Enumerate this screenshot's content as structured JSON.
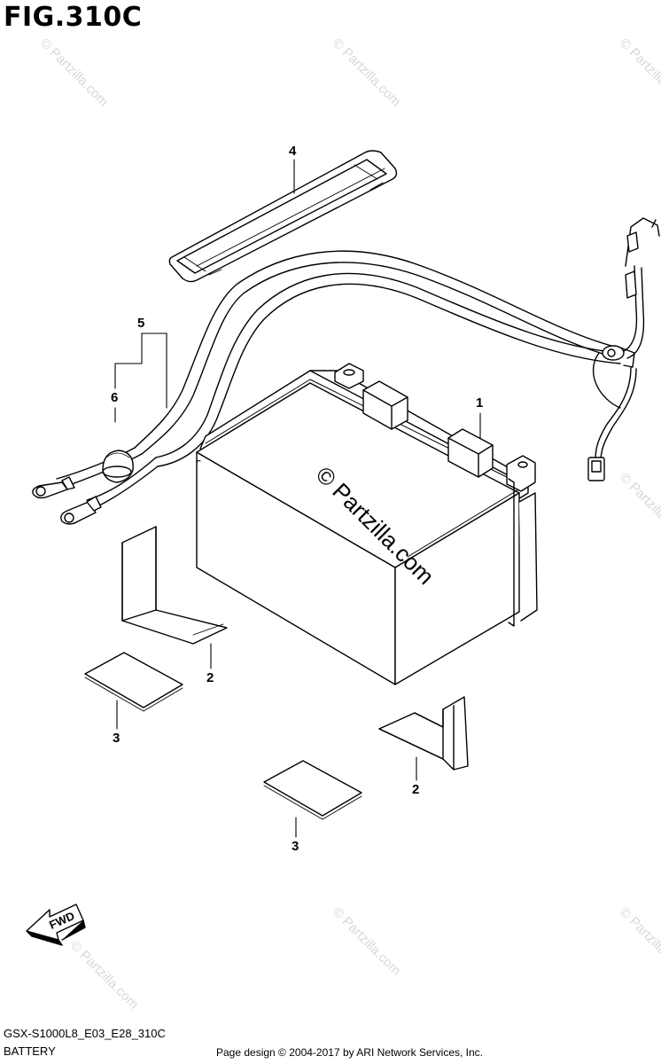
{
  "figure": {
    "title": "FIG.310C"
  },
  "callouts": {
    "battery": "1",
    "bracket_left": "2",
    "bracket_right": "2",
    "pad_left": "3",
    "pad_right": "3",
    "band": "4",
    "lead_wire": "5",
    "cap": "6"
  },
  "fwd_label": "FWD",
  "footer": {
    "model_code": "GSX-S1000L8_E03_E28_310C",
    "section_name": "BATTERY",
    "copyright": "Page design © 2004-2017 by ARI Network Services, Inc."
  },
  "watermark": {
    "text": "© Partzilla.com"
  }
}
